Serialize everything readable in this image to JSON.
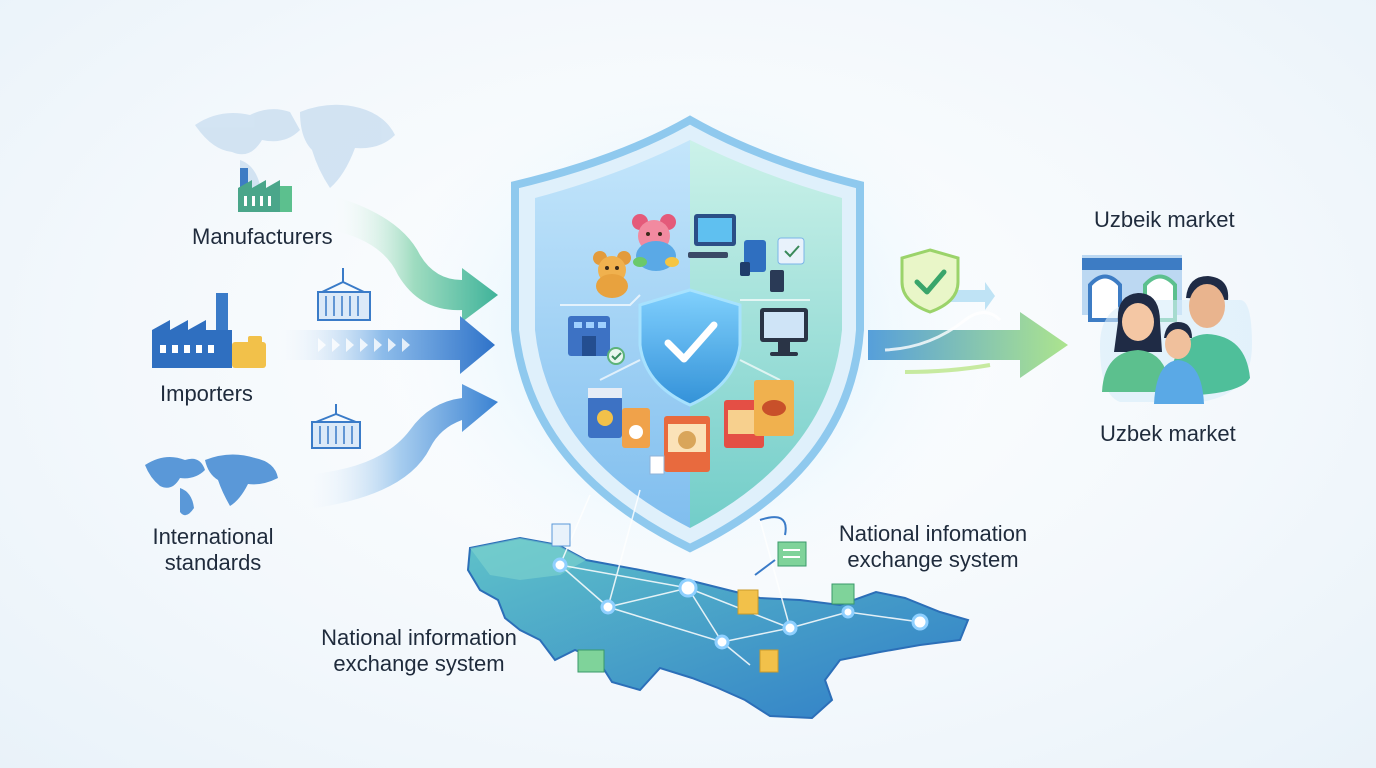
{
  "sources": {
    "manufacturers": "Manufacturers",
    "importers": "Importers",
    "standards_line1": "International",
    "standards_line2": "standards"
  },
  "market": {
    "top_label": "Uzbeik market",
    "bottom_label": "Uzbek market"
  },
  "exchange": {
    "right_line1": "National infomation",
    "right_line2": "exchange system",
    "left_line1": "National information",
    "left_line2": "exchange system"
  },
  "colors": {
    "green_arrow": "#7dd3a8",
    "blue_arrow": "#3b7fd4",
    "shield_blue": "#5aa9e6",
    "shield_teal": "#6fd3c4",
    "map_blue": "#3d8fd1"
  },
  "icons": [
    "world-map-icon",
    "factory-icon",
    "shipping-container-icon",
    "shield-check-icon",
    "teddy-bear-icon",
    "computer-icon",
    "food-package-icon",
    "family-icon",
    "market-building-icon",
    "uzbekistan-map-icon",
    "document-icon"
  ]
}
